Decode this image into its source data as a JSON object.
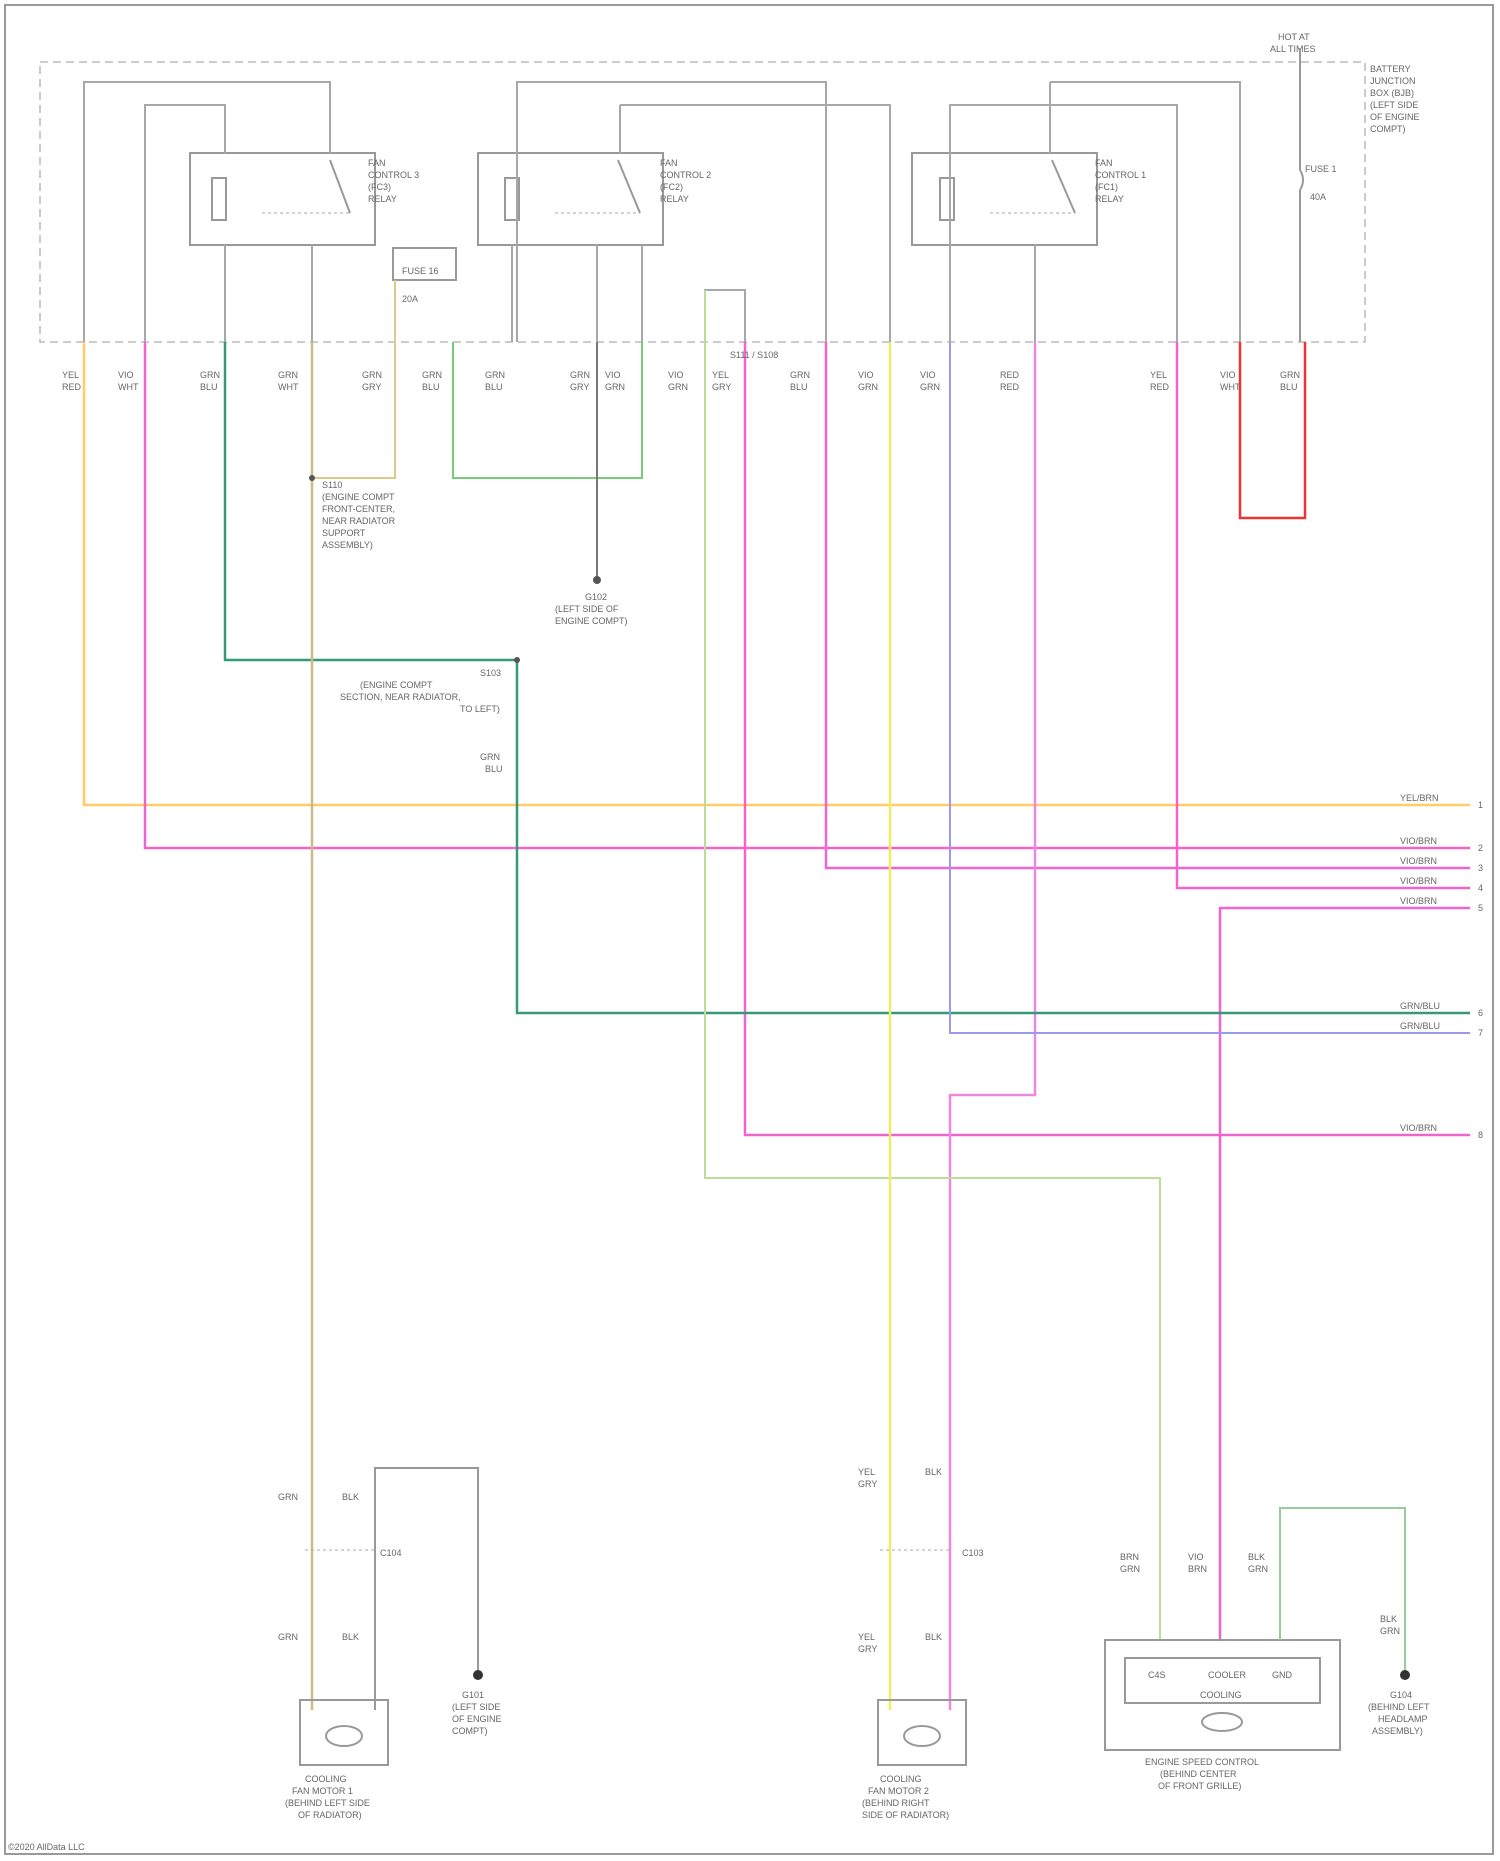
{
  "diagram": {
    "top_label_line1": "HOT AT",
    "top_label_line2": "ALL TIMES",
    "battery_junction_box": [
      "BATTERY",
      "JUNCTION",
      "BOX (BJB)",
      "(LEFT SIDE",
      "OF ENGINE",
      "COMPT)"
    ],
    "fuse_f1": "FUSE 1",
    "fuse_f1_amp": "40A",
    "fuse_f2": "FUSE 16",
    "fuse_f2_amp": "20A",
    "relays": [
      {
        "label": [
          "FAN",
          "CONTROL 3",
          "(FC3)",
          "RELAY"
        ]
      },
      {
        "label": [
          "FAN",
          "CONTROL 2",
          "(FC2)",
          "RELAY"
        ]
      },
      {
        "label": [
          "FAN",
          "CONTROL 1",
          "(FC1)",
          "RELAY"
        ]
      }
    ],
    "wire_labels": [
      "YEL",
      "RED",
      "VIO",
      "WHT",
      "GRN",
      "BLU",
      "GRN",
      "WHT",
      "GRN",
      "GRY",
      "GRN",
      "BLU",
      "GRN",
      "BLU",
      "GRN",
      "GRY",
      "VIO",
      "GRN",
      "VIO",
      "GRN",
      "YEL",
      "GRY",
      "GRN",
      "BLU",
      "VIO",
      "GRN",
      "VIO",
      "GRN",
      "RED",
      "RED"
    ],
    "splice_s1": [
      "S110",
      "(ENGINE COMPT",
      "FRONT-CENTER,",
      "NEAR RADIATOR",
      "SUPPORT",
      "ASSEMBLY)"
    ],
    "splice_s2": [
      "S103",
      "(ENGINE COMPT",
      "SECTION, NEAR RADIATOR,",
      "TO LEFT)"
    ],
    "ground_center": [
      "G102",
      "(LEFT SIDE OF",
      "ENGINE COMPT)"
    ],
    "splice_s3": "S111 / S108",
    "wire_grn_blu": [
      "GRN",
      "BLU"
    ],
    "connector_refs": [
      {
        "code": "YEL/BRN",
        "pin": "1"
      },
      {
        "code": "VIO/BRN",
        "pin": "2"
      },
      {
        "code": "VIO/BRN",
        "pin": "3"
      },
      {
        "code": "VIO/BRN",
        "pin": "4"
      },
      {
        "code": "VIO/BRN",
        "pin": "5"
      },
      {
        "code": "GRN/BLU",
        "pin": "6"
      },
      {
        "code": "GRN/BLU",
        "pin": "7"
      },
      {
        "code": "VIO/BRN",
        "pin": "8"
      }
    ],
    "motor_left": [
      "COOLING",
      "FAN MOTOR 1",
      "(BEHIND LEFT SIDE",
      "OF RADIATOR)"
    ],
    "motor_right": [
      "COOLING",
      "FAN MOTOR 2",
      "(BEHIND RIGHT",
      "SIDE OF RADIATOR)"
    ],
    "ground_left": [
      "G101",
      "(LEFT SIDE",
      "OF ENGINE",
      "COMPT)"
    ],
    "ground_right": [
      "G104",
      "(BEHIND LEFT",
      "HEADLAMP",
      "ASSEMBLY)"
    ],
    "connector_left_top": [
      "GRN",
      "BLK"
    ],
    "connector_left_bottom": [
      "GRN",
      "BLK"
    ],
    "connector_left_c": "C104",
    "connector_right_top": [
      "YEL",
      "GRY",
      "BLK"
    ],
    "connector_right_bottom": [
      "YEL",
      "GRY",
      "BLK"
    ],
    "connector_right_c": "C103",
    "module": [
      "ENGINE SPEED CONTROL",
      "(BEHIND CENTER",
      "OF FRONT GRILLE)"
    ],
    "module_pins": [
      "C4S",
      "COOLER",
      "GND"
    ],
    "module_wire_labels": [
      "BRN",
      "GRN",
      "VIO",
      "BRN",
      "BLK",
      "GRN"
    ],
    "module_inner": "COOLING",
    "ground_module_wire": [
      "BLK",
      "GRN"
    ],
    "footer": "©2020 AllData LLC"
  },
  "colors": {
    "yellow_orange": "#ffcc66",
    "pink": "#ee66cc",
    "green": "#66cc66",
    "teal": "#339977",
    "tan": "#ccbb88",
    "red": "#ee3333",
    "light_blue": "#9999ee",
    "light_green": "#bbdd99",
    "yellow": "#eeee66",
    "gray": "#999999"
  }
}
